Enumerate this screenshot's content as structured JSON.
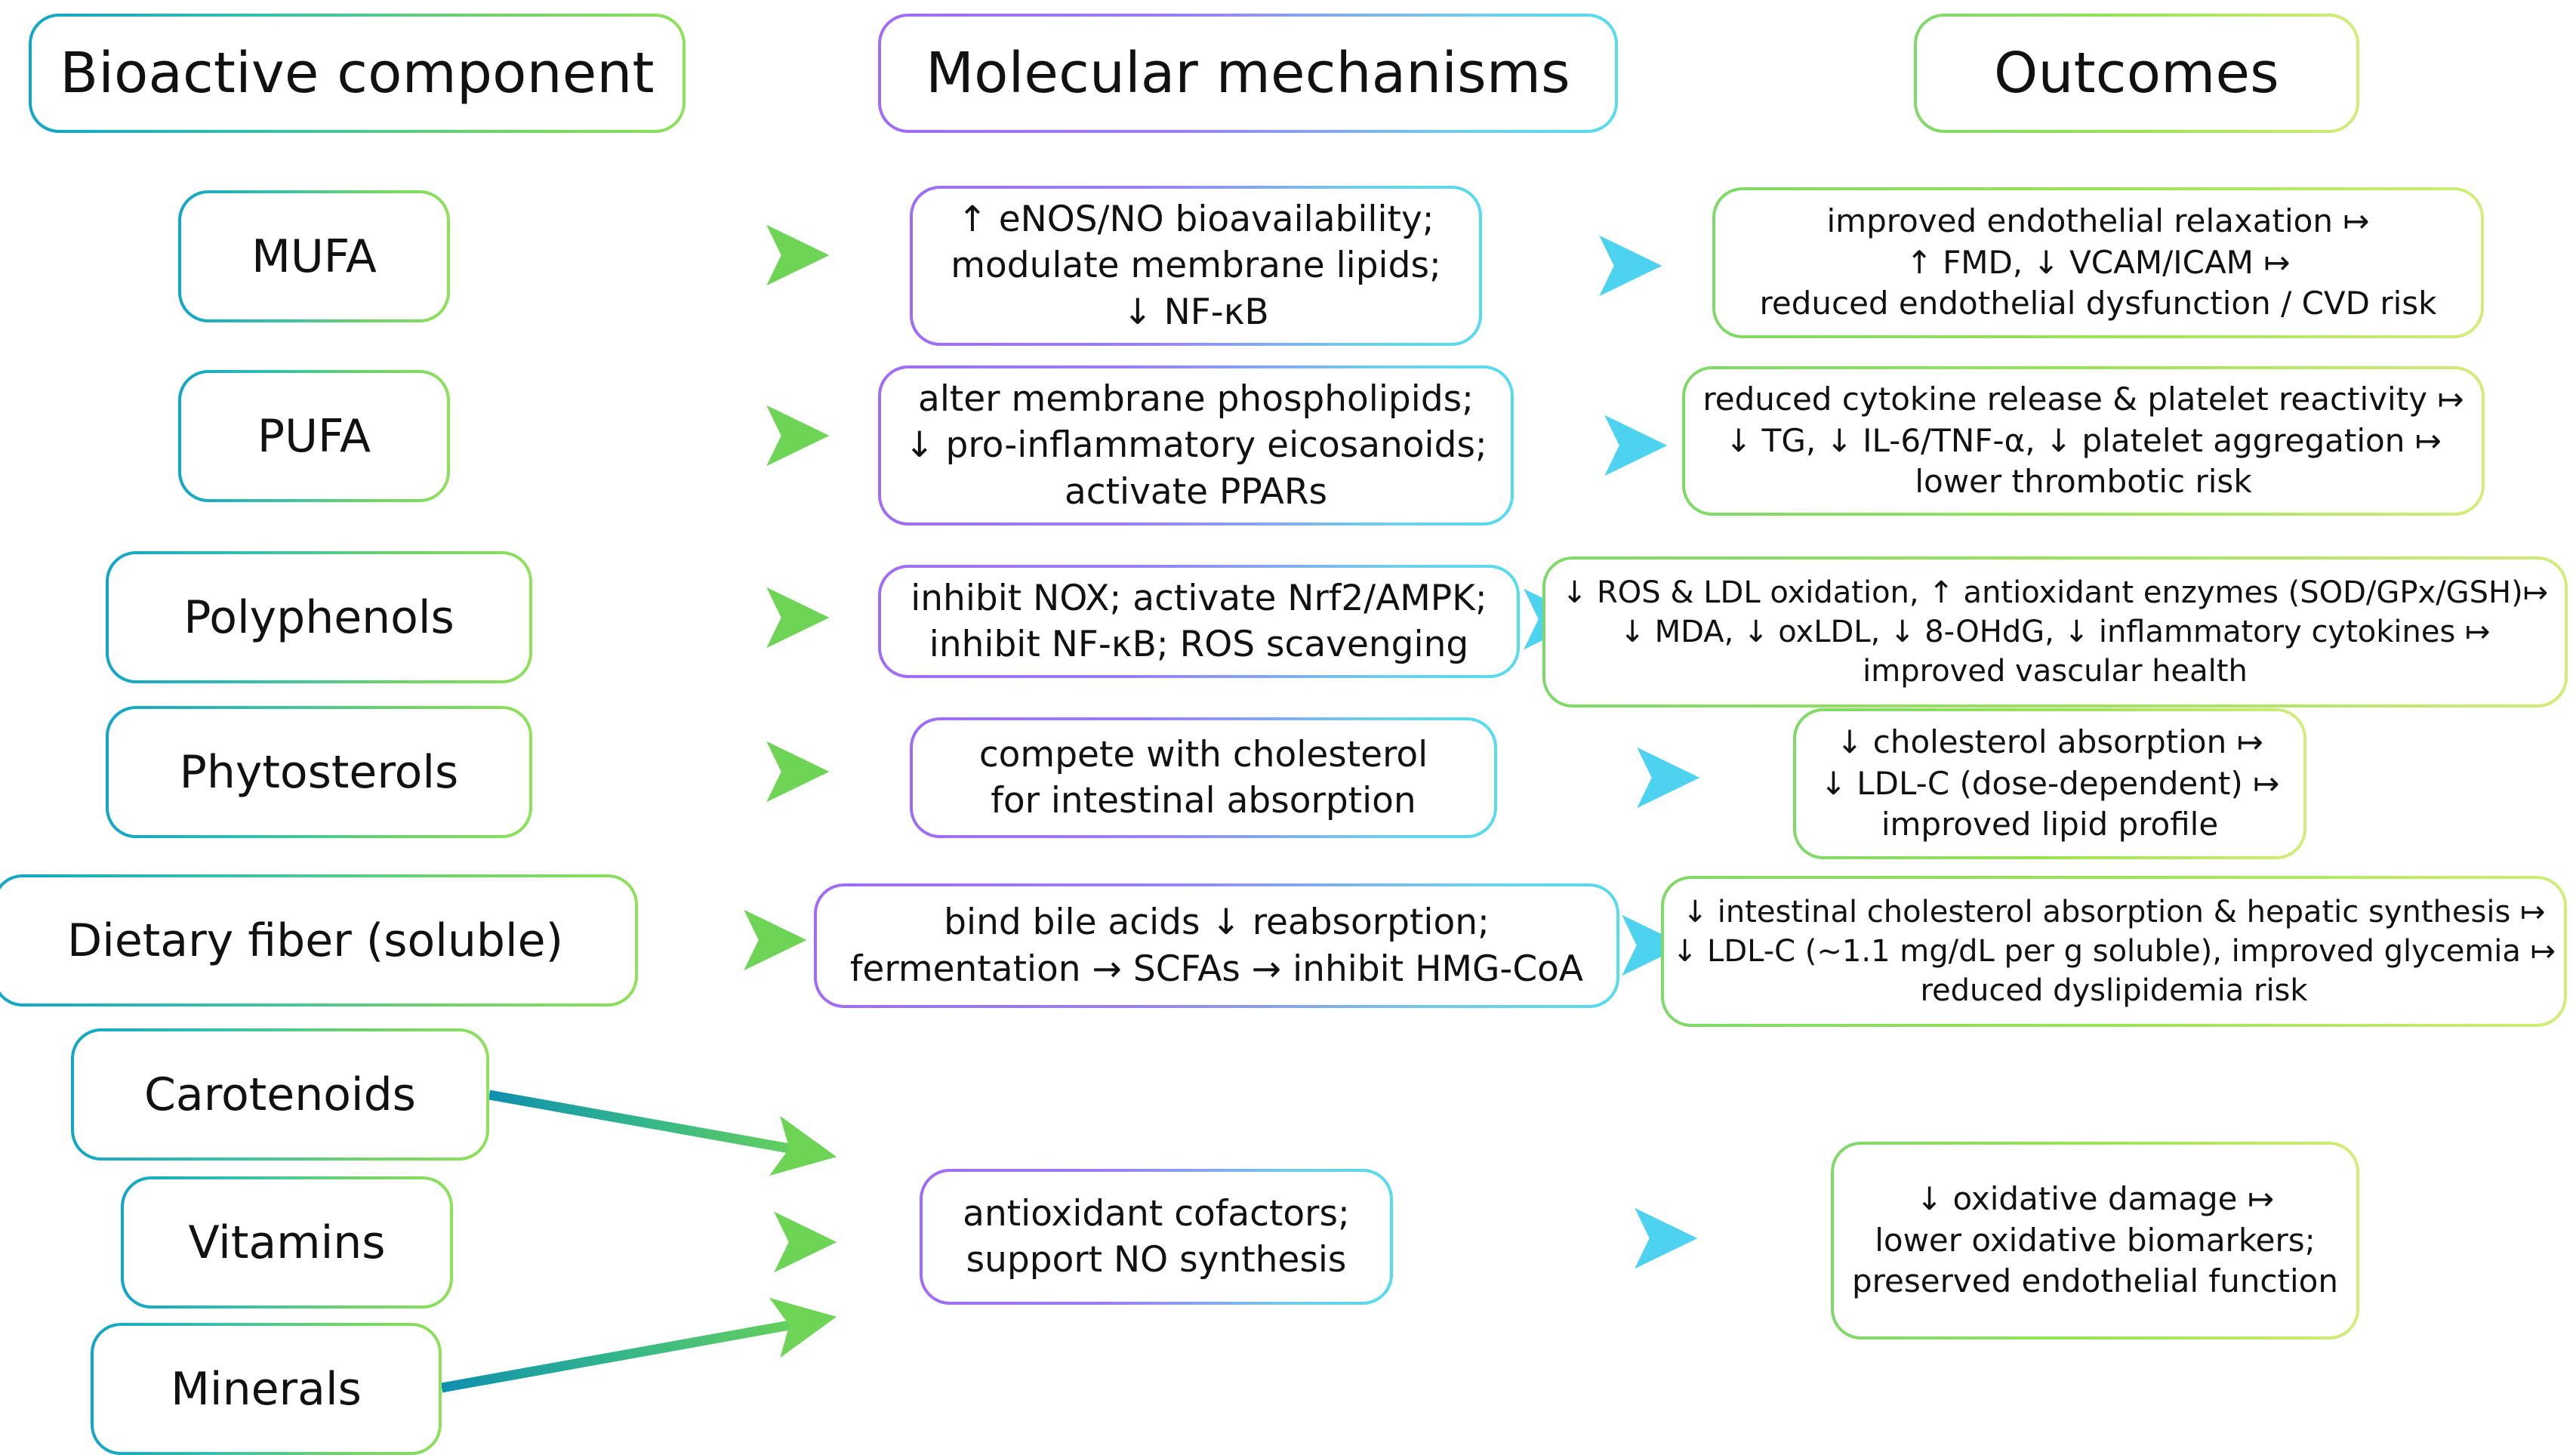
{
  "headers": [
    {
      "id": "bioactive-component",
      "label": "Bioactive component"
    },
    {
      "id": "molecular-mechanisms",
      "label": "Molecular mechanisms"
    },
    {
      "id": "outcomes",
      "label": "Outcomes"
    }
  ],
  "components": [
    {
      "id": "mufa",
      "label": "MUFA"
    },
    {
      "id": "pufa",
      "label": "PUFA"
    },
    {
      "id": "polyphenols",
      "label": "Polyphenols"
    },
    {
      "id": "phytosterols",
      "label": "Phytosterols"
    },
    {
      "id": "dietary-fiber",
      "label": "Dietary fiber (soluble)"
    },
    {
      "id": "carotenoids",
      "label": "Carotenoids"
    },
    {
      "id": "vitamins",
      "label": "Vitamins"
    },
    {
      "id": "minerals",
      "label": "Minerals"
    }
  ],
  "mechanisms": [
    {
      "id": "mech-mufa",
      "lines": [
        "↑ eNOS/NO bioavailability;",
        "modulate membrane lipids;",
        "↓ NF-κB"
      ]
    },
    {
      "id": "mech-pufa",
      "lines": [
        "alter membrane phospholipids;",
        "↓ pro-inflammatory eicosanoids;",
        "activate PPARs"
      ]
    },
    {
      "id": "mech-polyphenols",
      "lines": [
        "inhibit NOX;  activate Nrf2/AMPK;",
        "inhibit NF-κB;  ROS scavenging"
      ]
    },
    {
      "id": "mech-phytosterols",
      "lines": [
        "compete with cholesterol",
        "for intestinal absorption"
      ]
    },
    {
      "id": "mech-dietary-fiber",
      "lines": [
        "bind bile acids ↓ reabsorption;",
        "fermentation → SCFAs → inhibit HMG-CoA"
      ]
    },
    {
      "id": "mech-micronutrients",
      "lines": [
        "antioxidant cofactors;",
        "support NO synthesis"
      ]
    }
  ],
  "outcomes": [
    {
      "id": "outcome-mufa",
      "lines": [
        "improved endothelial relaxation ↦",
        "↑ FMD, ↓ VCAM/ICAM ↦",
        "reduced endothelial dysfunction / CVD risk"
      ]
    },
    {
      "id": "outcome-pufa",
      "lines": [
        "reduced cytokine release & platelet reactivity ↦",
        "↓ TG, ↓ IL-6/TNF-α, ↓ platelet aggregation ↦",
        "lower thrombotic risk"
      ]
    },
    {
      "id": "outcome-polyphenols",
      "lines": [
        "↓ ROS & LDL oxidation, ↑ antioxidant enzymes (SOD/GPx/GSH)↦",
        "↓ MDA, ↓ oxLDL, ↓ 8-OHdG, ↓ inflammatory cytokines ↦",
        "improved vascular health"
      ]
    },
    {
      "id": "outcome-phytosterols",
      "lines": [
        "↓ cholesterol absorption ↦",
        "↓ LDL-C (dose-dependent) ↦",
        "improved lipid profile"
      ]
    },
    {
      "id": "outcome-dietary-fiber",
      "lines": [
        "↓ intestinal cholesterol absorption & hepatic synthesis ↦",
        "↓ LDL-C (~1.1 mg/dL per g soluble), improved glycemia ↦",
        "reduced dyslipidemia risk"
      ]
    },
    {
      "id": "outcome-micronutrients",
      "lines": [
        "↓ oxidative damage ↦",
        "lower oxidative biomarkers;",
        "preserved endothelial function"
      ]
    }
  ],
  "colors": {
    "component_border_start": "#12a5c6",
    "component_border_end": "#8fe05a",
    "mechanism_border_start": "#a06cf4",
    "mechanism_border_end": "#55dced",
    "outcome_border_start": "#7fd96a",
    "outcome_border_end": "#d3ec79",
    "arrow_left_start": "#0f8fb0",
    "arrow_left_end": "#6dd455",
    "arrow_right_start": "#7b5cf0",
    "arrow_right_end": "#4dd2ef",
    "text": "#111111",
    "background": "#ffffff"
  },
  "arrow_glyphs": {
    "increase": "↑",
    "decrease": "↓",
    "leads_to": "↦",
    "transforms_to": "→"
  }
}
